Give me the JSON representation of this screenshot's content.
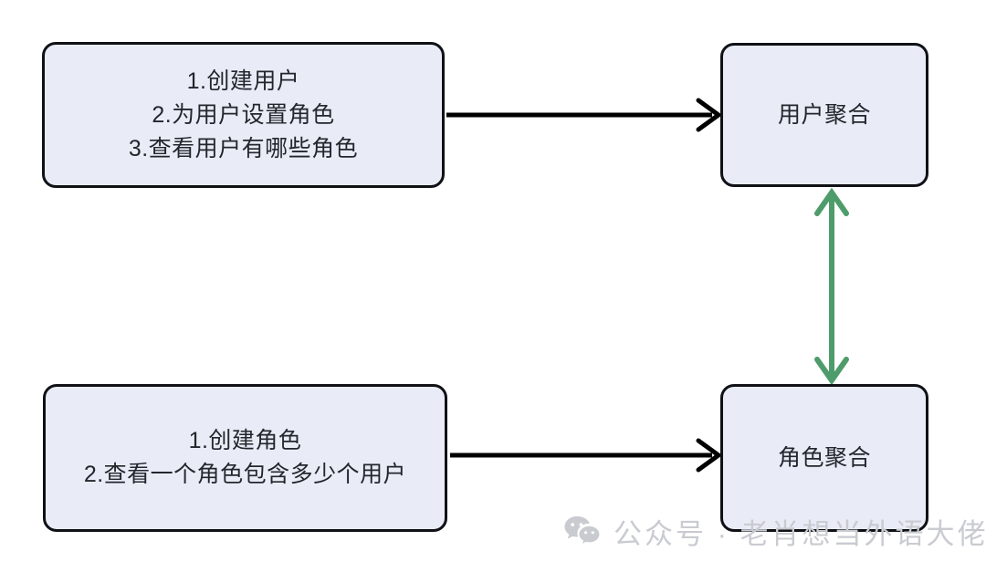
{
  "diagram": {
    "type": "flow-diagram",
    "background_color": "#ffffff",
    "nodes": [
      {
        "id": "user-ops",
        "label_lines": [
          "1.创建用户",
          "2.为用户设置角色",
          "3.查看用户有哪些角色"
        ],
        "fill_color": "#e9ecf6",
        "border_color": "#0f1115"
      },
      {
        "id": "user-agg",
        "label_lines": [
          "用户聚合"
        ],
        "fill_color": "#e9ecf6",
        "border_color": "#0f1115"
      },
      {
        "id": "role-ops",
        "label_lines": [
          "1.创建角色",
          "2.查看一个角色包含多少个用户"
        ],
        "fill_color": "#e9ecf6",
        "border_color": "#0f1115"
      },
      {
        "id": "role-agg",
        "label_lines": [
          "角色聚合"
        ],
        "fill_color": "#e9ecf6",
        "border_color": "#0f1115"
      }
    ],
    "edges": [
      {
        "id": "user-ops-to-user-agg",
        "from": "user-ops",
        "to": "user-agg",
        "label": "",
        "color": "#000000",
        "direction": "right",
        "arrowheads": "end"
      },
      {
        "id": "role-ops-to-role-agg",
        "from": "role-ops",
        "to": "role-agg",
        "label": "",
        "color": "#000000",
        "direction": "right",
        "arrowheads": "end"
      },
      {
        "id": "user-agg-role-agg",
        "from": "role-agg",
        "to": "user-agg",
        "label": "",
        "color": "#4e9c6b",
        "direction": "vertical",
        "arrowheads": "both"
      }
    ]
  },
  "watermark": {
    "icon": "wechat-icon",
    "text": "公众号 · 老肖想当外语大佬",
    "color": "#c9cbd1"
  }
}
